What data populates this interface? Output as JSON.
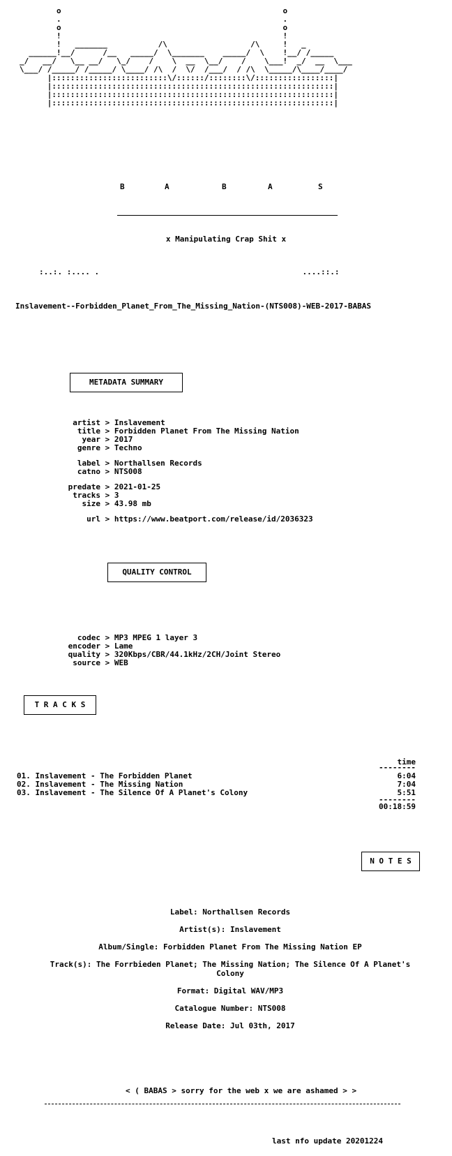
{
  "header_logo": {
    "art": "        o                                                o\n        .                                                .\n        o                                                o\n        !                                                !\n        !   _______           /\\                  /\\     !   _\n  ______!__/      /__   _____/  \\_______    _____/  \\    !__/ /_____\n_/   __/   \\__ __/   \\_/    /    \\  __  \\__/    /    \\___!  _/  __  \\___\n\\___/ /_____/ /_____/ \\____/ /\\  /  \\/  /___/  / /\\  \\_____/\\____/____/\n      |:::::::::::::::::::::::::\\/::::::/::::::::\\/:::::::::::::::::|\n      |:::::::::::::::::::::::::::::::::::::::::::::::::::::::::::::|\n      |:::::::::::::::::::::::::::::::::::::::::::::::::::::::::::::|\n      |:::::::::::::::::::::::::::::::::::::::::::::::::::::::::::::|",
    "letters": [
      "B",
      "A",
      "B",
      "A",
      "S"
    ],
    "tagline": "x Manipulating Crap Shit x",
    "art_bottom": ":..:. :.... .                                            ....::.:"
  },
  "release_name": "Inslavement--Forbidden_Planet_From_The_Missing_Nation-(NTS008)-WEB-2017-BABAS",
  "metadata_summary": {
    "title": "METADATA SUMMARY",
    "rows": [
      {
        "key": "artist",
        "value": "Inslavement"
      },
      {
        "key": "title",
        "value": "Forbidden Planet From The Missing Nation"
      },
      {
        "key": "year",
        "value": "2017"
      },
      {
        "key": "genre",
        "value": "Techno"
      }
    ],
    "rows2": [
      {
        "key": "label",
        "value": "Northallsen Records"
      },
      {
        "key": "catno",
        "value": "NTS008"
      }
    ],
    "rows3": [
      {
        "key": "predate",
        "value": "2021-01-25"
      },
      {
        "key": "tracks",
        "value": "3"
      },
      {
        "key": "size",
        "value": "43.98 mb"
      }
    ],
    "rows4": [
      {
        "key": "url",
        "value": "https://www.beatport.com/release/id/2036323"
      }
    ]
  },
  "quality_control": {
    "title": "QUALITY CONTROL",
    "rows": [
      {
        "key": "codec",
        "value": "MP3 MPEG 1 layer 3"
      },
      {
        "key": "encoder",
        "value": "Lame"
      },
      {
        "key": "quality",
        "value": "320Kbps/CBR/44.1kHz/2CH/Joint Stereo"
      },
      {
        "key": "source",
        "value": "WEB"
      }
    ]
  },
  "tracks": {
    "title": "T R A C K S",
    "time_header": "time",
    "items": [
      {
        "num": "01.",
        "name": "Inslavement - The Forbidden Planet",
        "time": "6:04"
      },
      {
        "num": "02.",
        "name": "Inslavement - The Missing Nation",
        "time": "7:04"
      },
      {
        "num": "03.",
        "name": "Inslavement - The Silence Of A Planet's Colony",
        "time": "5:51"
      }
    ],
    "total": "00:18:59"
  },
  "notes": {
    "title": "N O T E S",
    "lines": [
      "Label: Northallsen Records",
      "Artist(s): Inslavement",
      "Album/Single: Forbidden Planet From The Missing Nation EP",
      "Track(s): The Forrbieden Planet; The Missing Nation; The Silence Of A Planet's Colony",
      "Format: Digital WAV/MP3",
      "Catalogue Number: NTS008",
      "Release Date: Jul 03th, 2017"
    ]
  },
  "footer": {
    "message": "< ( BABAS > sorry for the web x we are ashamed > >",
    "last_update": "last nfo update 20201224"
  }
}
